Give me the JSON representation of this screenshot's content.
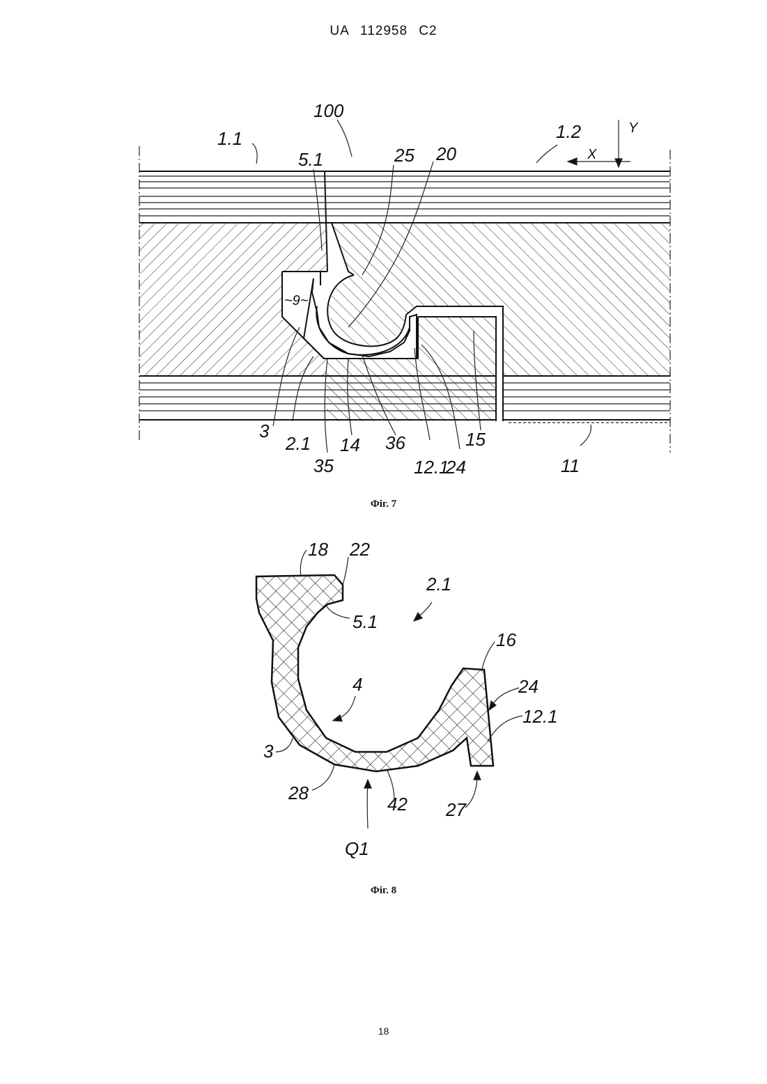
{
  "header": {
    "code": "UA   112958   C2"
  },
  "figure7": {
    "caption": "Фіг. 7",
    "labels": {
      "l100": "100",
      "l1_1": "1.1",
      "l1_2": "1.2",
      "l5_1": "5.1",
      "l25": "25",
      "l20": "20",
      "lX": "X",
      "lY": "Y",
      "l9": "~9~",
      "l3": "3",
      "l2_1": "2.1",
      "l35": "35",
      "l14": "14",
      "l36": "36",
      "l12_1": "12.1",
      "l24": "24",
      "l15": "15",
      "l11": "11"
    }
  },
  "figure8": {
    "caption": "Фіг. 8",
    "labels": {
      "l18": "18",
      "l22": "22",
      "l2_1": "2.1",
      "l5_1": "5.1",
      "l16": "16",
      "l4": "4",
      "l24": "24",
      "l12_1": "12.1",
      "l3": "3",
      "l28": "28",
      "l42": "42",
      "l27": "27",
      "lQ1": "Q1"
    }
  },
  "footer": {
    "page_number": "18"
  }
}
